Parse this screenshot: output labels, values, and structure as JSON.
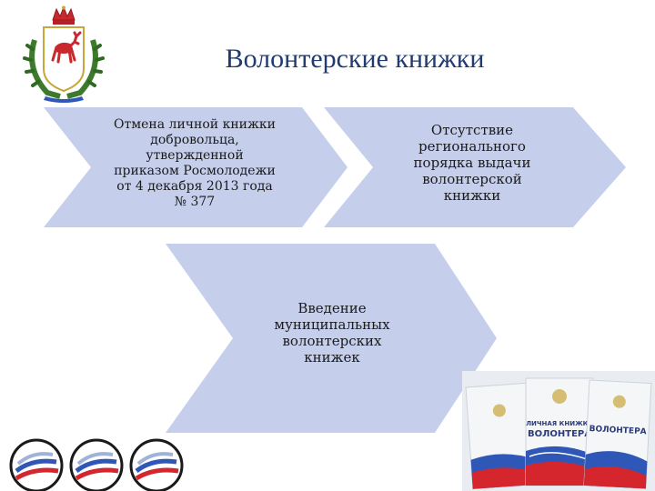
{
  "slide": {
    "title": "Волонтерские книжки",
    "steps": [
      {
        "text_lines": [
          "Отмена личной книжки",
          "добровольца,",
          "утвержденной",
          "приказом Росмолодежи",
          "от 4 декабря 2013 года",
          "№ 377"
        ]
      },
      {
        "text_lines": [
          "Отсутствие",
          "регионального",
          "порядка выдачи",
          "волонтерской",
          "книжки"
        ]
      },
      {
        "text_lines": [
          "Введение",
          "муниципальных",
          "волонтерских",
          "книжек"
        ]
      }
    ],
    "book_cover_text": "ЛИЧНАЯ КНИЖКА ВОЛОНТЕРА"
  },
  "colors": {
    "chevron_fill": "#c5cfec",
    "title": "#203a72",
    "flag_blue": "#2f57b8",
    "flag_red": "#d6262d"
  },
  "icons": [
    "coat-of-arms-icon",
    "volunteer-logo-icon",
    "volunteer-book-image"
  ]
}
